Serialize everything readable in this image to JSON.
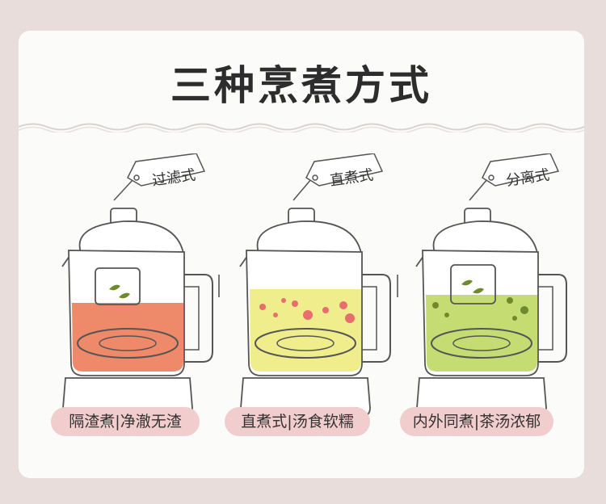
{
  "title": "三种烹煮方式",
  "methods": [
    {
      "tag": "过滤式",
      "caption": "隔渣煮|净澈无渣",
      "liquid_color": "#ee8a6a"
    },
    {
      "tag": "直煮式",
      "caption": "直煮式|汤食软糯",
      "liquid_color": "#f0ee8c"
    },
    {
      "tag": "分离式",
      "caption": "内外同煮|茶汤浓郁",
      "liquid_color": "#c5dc73"
    }
  ],
  "colors": {
    "card": "#fbfbfa",
    "background": "#e8dddb",
    "caption_bg": "#f2cdcd",
    "bubble_red": "#e86e6e",
    "bubble_green": "#6e8a2c"
  }
}
